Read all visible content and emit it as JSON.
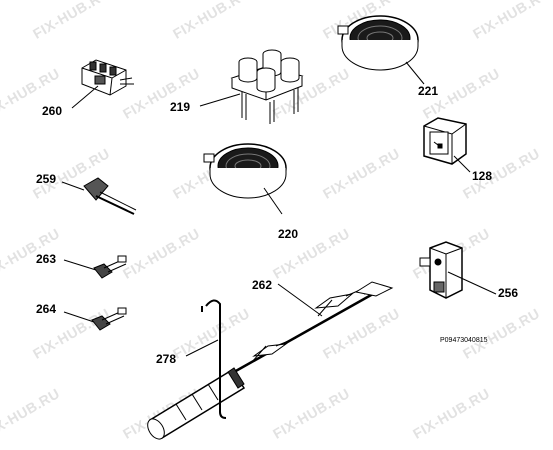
{
  "watermark": "FIX-HUB.RU",
  "labels": {
    "p260": "260",
    "p219": "219",
    "p221": "221",
    "p128": "128",
    "p259": "259",
    "p220": "220",
    "p263": "263",
    "p262": "262",
    "p256": "256",
    "p264": "264",
    "p278": "278"
  },
  "doc_number": "P09473040815"
}
